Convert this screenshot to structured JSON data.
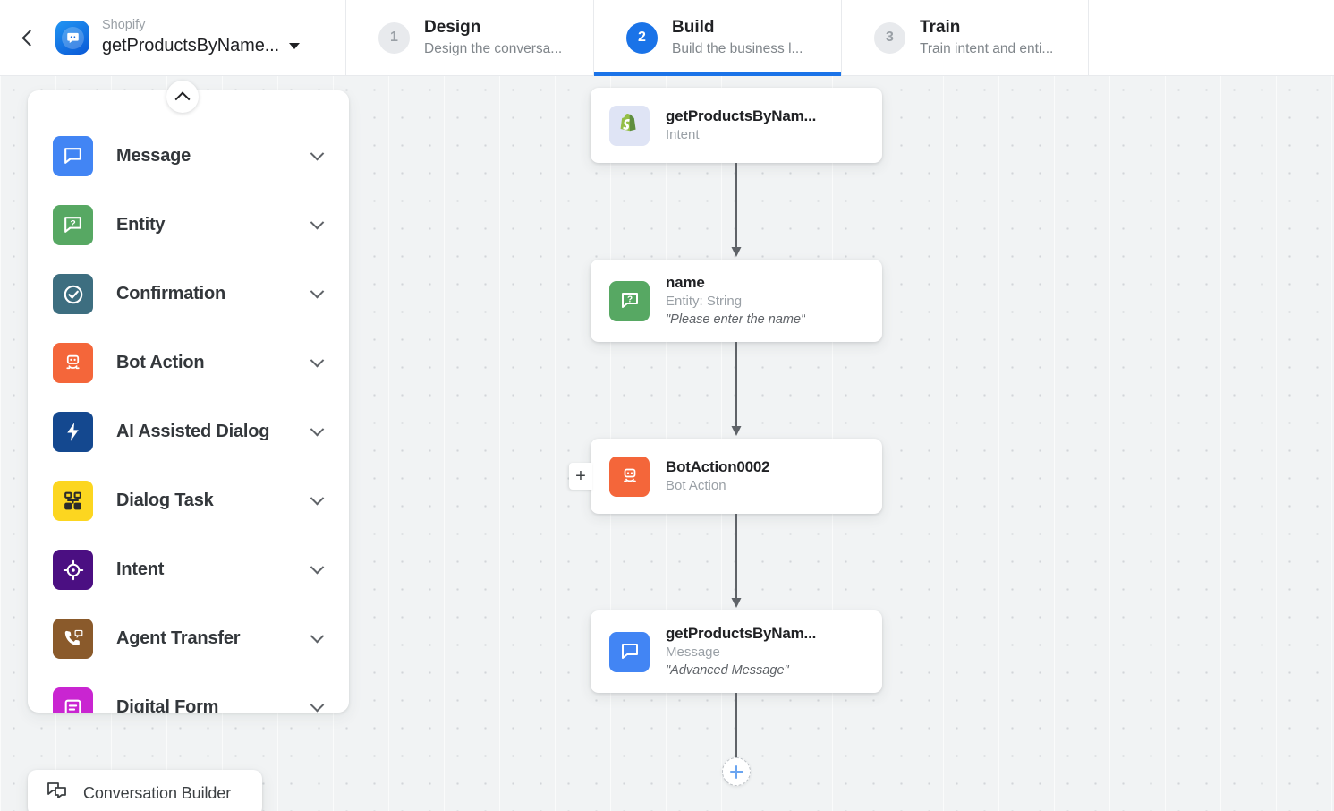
{
  "header": {
    "back_icon": "chevron-left-icon",
    "bot_avatar_icon": "bot-chat-icon",
    "breadcrumb_parent": "Shopify",
    "bot_name": "getProductsByName...",
    "dropdown_icon": "caret-down-icon",
    "steps": [
      {
        "num": "1",
        "title": "Design",
        "desc": "Design the conversa...",
        "active": false
      },
      {
        "num": "2",
        "title": "Build",
        "desc": "Build the business l...",
        "active": true
      },
      {
        "num": "3",
        "title": "Train",
        "desc": "Train intent and enti...",
        "active": false
      }
    ],
    "active_accent": "#1a73e8"
  },
  "sidebar": {
    "collapse_icon": "chevron-up-icon",
    "items": [
      {
        "label": "Message",
        "icon": "message-bubble-icon",
        "color": "#4285f4",
        "chevron": "chevron-down-icon"
      },
      {
        "label": "Entity",
        "icon": "entity-question-icon",
        "color": "#57a863",
        "chevron": "chevron-down-icon"
      },
      {
        "label": "Confirmation",
        "icon": "check-circle-icon",
        "color": "#3d6e80",
        "chevron": "chevron-down-icon"
      },
      {
        "label": "Bot Action",
        "icon": "robot-icon",
        "color": "#f4663a",
        "chevron": "chevron-down-icon"
      },
      {
        "label": "AI Assisted Dialog",
        "icon": "lightning-bolt-icon",
        "color": "#14488f",
        "chevron": "chevron-down-icon"
      },
      {
        "label": "Dialog Task",
        "icon": "flow-nodes-icon",
        "color": "#fcd620",
        "chevron": "chevron-down-icon"
      },
      {
        "label": "Intent",
        "icon": "target-crosshair-icon",
        "color": "#4b0f82",
        "chevron": "chevron-down-icon"
      },
      {
        "label": "Agent Transfer",
        "icon": "phone-chat-icon",
        "color": "#8a5a2b",
        "chevron": "chevron-down-icon"
      },
      {
        "label": "Digital Form",
        "icon": "form-document-icon",
        "color": "#c925d1",
        "chevron": "chevron-down-icon"
      }
    ]
  },
  "flow": {
    "nodes": [
      {
        "title": "getProductsByNam...",
        "type": "Intent",
        "quote": "",
        "icon": "shopify-icon",
        "color": "#dfe4f5"
      },
      {
        "title": "name",
        "type": "Entity: String",
        "quote": "\"Please enter the name\"",
        "icon": "entity-question-icon",
        "color": "#57a863"
      },
      {
        "title": "BotAction0002",
        "type": "Bot Action",
        "quote": "",
        "icon": "robot-icon",
        "color": "#f4663a"
      },
      {
        "title": "getProductsByNam...",
        "type": "Message",
        "quote": "\"Advanced Message\"",
        "icon": "message-bubble-icon",
        "color": "#4285f4"
      }
    ],
    "node_add_left_label": "+",
    "add_node_icon": "plus-circle-icon"
  },
  "bottom_bar": {
    "label": "Conversation Builder",
    "icon": "conversation-builder-icon"
  }
}
